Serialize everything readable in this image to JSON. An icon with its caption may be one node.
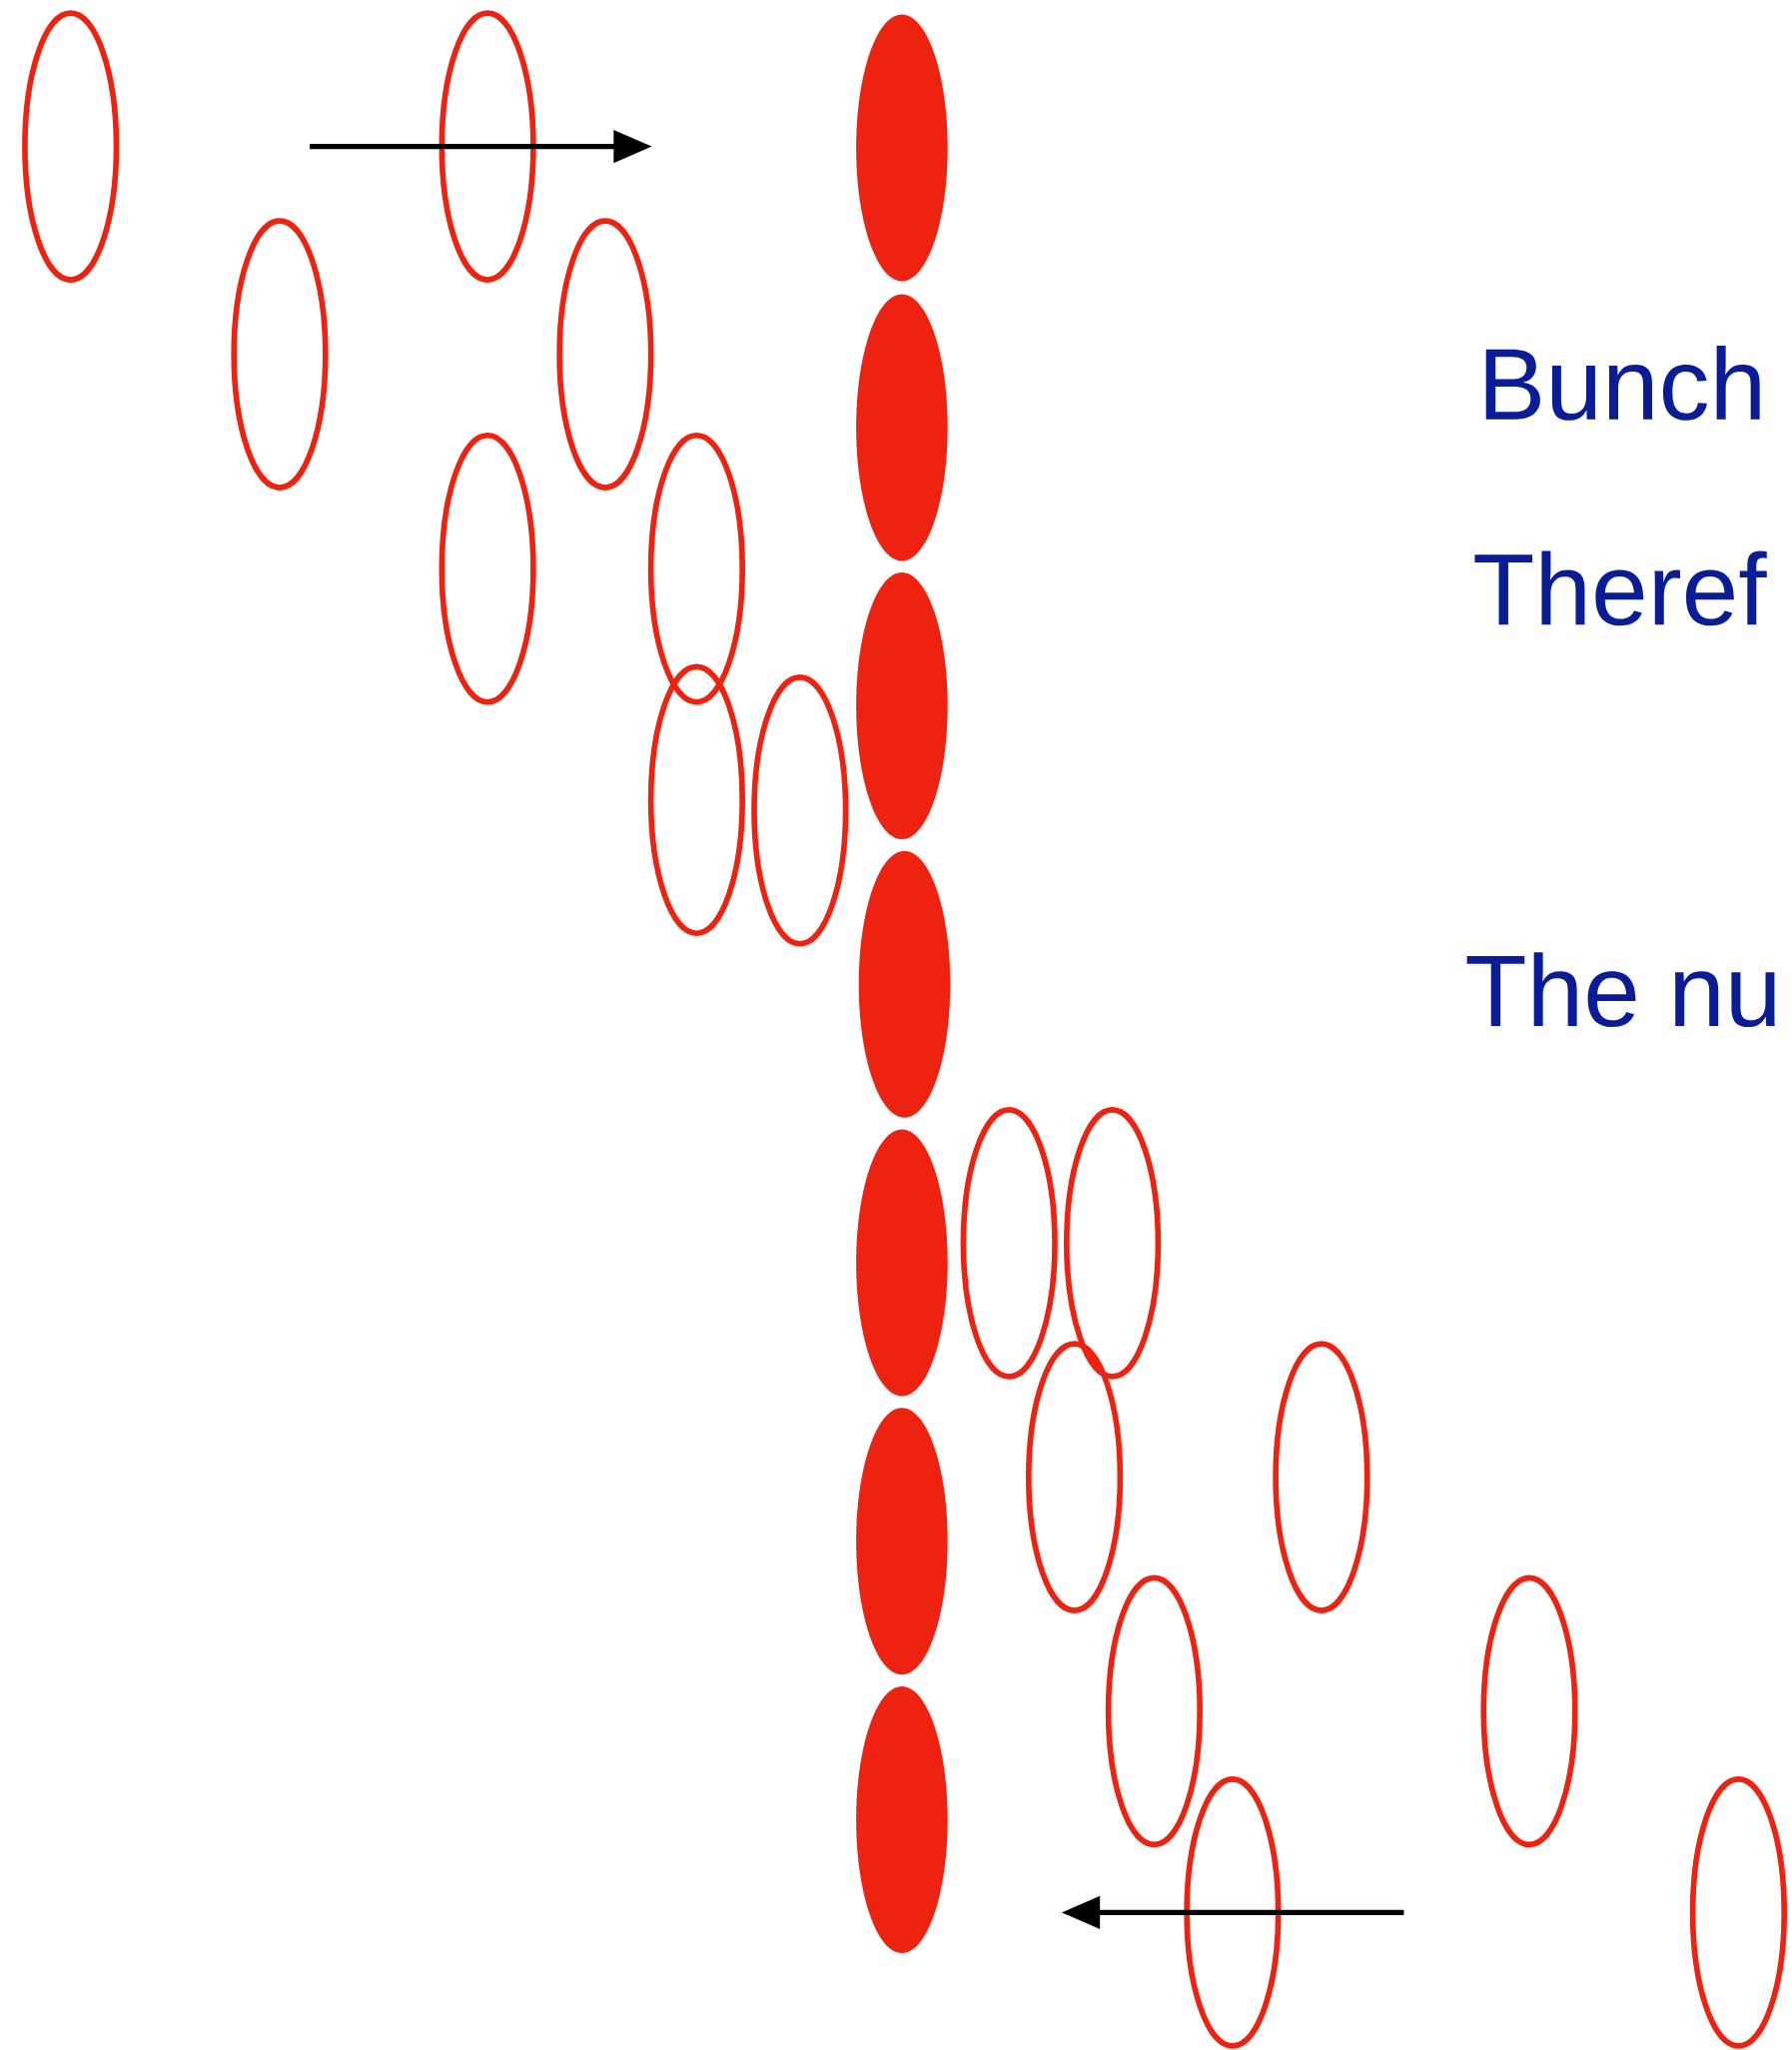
{
  "diagram": {
    "labels": [
      "Bunch",
      "Theref",
      "The nu"
    ]
  }
}
